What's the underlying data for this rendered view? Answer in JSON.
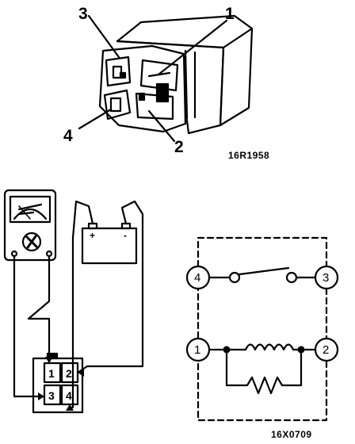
{
  "relay": {
    "callouts": [
      "1",
      "2",
      "3",
      "4"
    ],
    "figure_code": "16R1958"
  },
  "meter": {
    "icon": "ohmmeter-icon"
  },
  "battery": {
    "positive_sign": "+",
    "negative_sign": "-"
  },
  "connector": {
    "pins": [
      "1",
      "2",
      "3",
      "4"
    ]
  },
  "schematic": {
    "terminals": [
      "4",
      "3",
      "1",
      "2"
    ],
    "figure_code": "16X0709"
  }
}
